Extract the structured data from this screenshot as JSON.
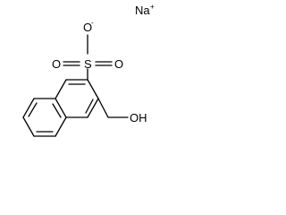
{
  "molecule": {
    "counterion": {
      "symbol": "Na",
      "charge": "+"
    },
    "sulfonate": {
      "sulfur": "S",
      "oxygen_top": "O",
      "oxygen_top_charge": "-",
      "oxygen_left": "O",
      "oxygen_right": "O"
    },
    "hydroxyl": {
      "label": "OH"
    }
  }
}
